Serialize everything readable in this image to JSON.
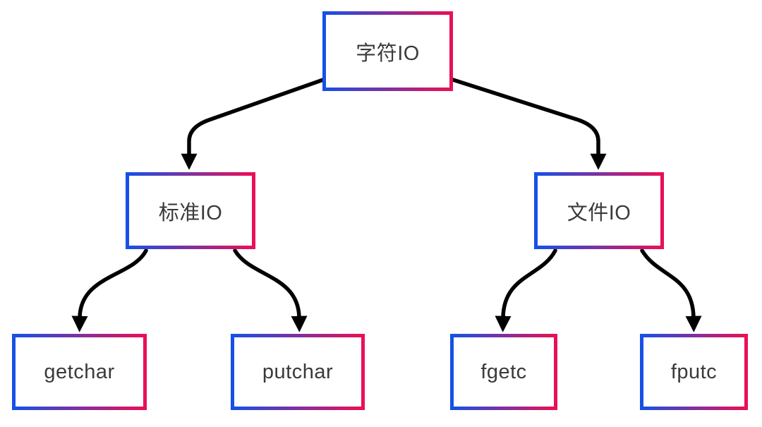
{
  "diagram": {
    "type": "tree",
    "nodes": [
      {
        "id": "char-io",
        "label": "字符IO",
        "level": 0
      },
      {
        "id": "std-io",
        "label": "标准IO",
        "level": 1
      },
      {
        "id": "file-io",
        "label": "文件IO",
        "level": 1
      },
      {
        "id": "getchar",
        "label": "getchar",
        "level": 2
      },
      {
        "id": "putchar",
        "label": "putchar",
        "level": 2
      },
      {
        "id": "fgetc",
        "label": "fgetc",
        "level": 2
      },
      {
        "id": "fputc",
        "label": "fputc",
        "level": 2
      }
    ],
    "edges": [
      {
        "from": "char-io",
        "to": "std-io"
      },
      {
        "from": "char-io",
        "to": "file-io"
      },
      {
        "from": "std-io",
        "to": "getchar"
      },
      {
        "from": "std-io",
        "to": "putchar"
      },
      {
        "from": "file-io",
        "to": "fgetc"
      },
      {
        "from": "file-io",
        "to": "fputc"
      }
    ],
    "colors": {
      "border_gradient_start": "#1650e6",
      "border_gradient_end": "#ea0f57",
      "arrow": "#000000",
      "text": "#3a3a3a",
      "background": "#ffffff"
    }
  }
}
